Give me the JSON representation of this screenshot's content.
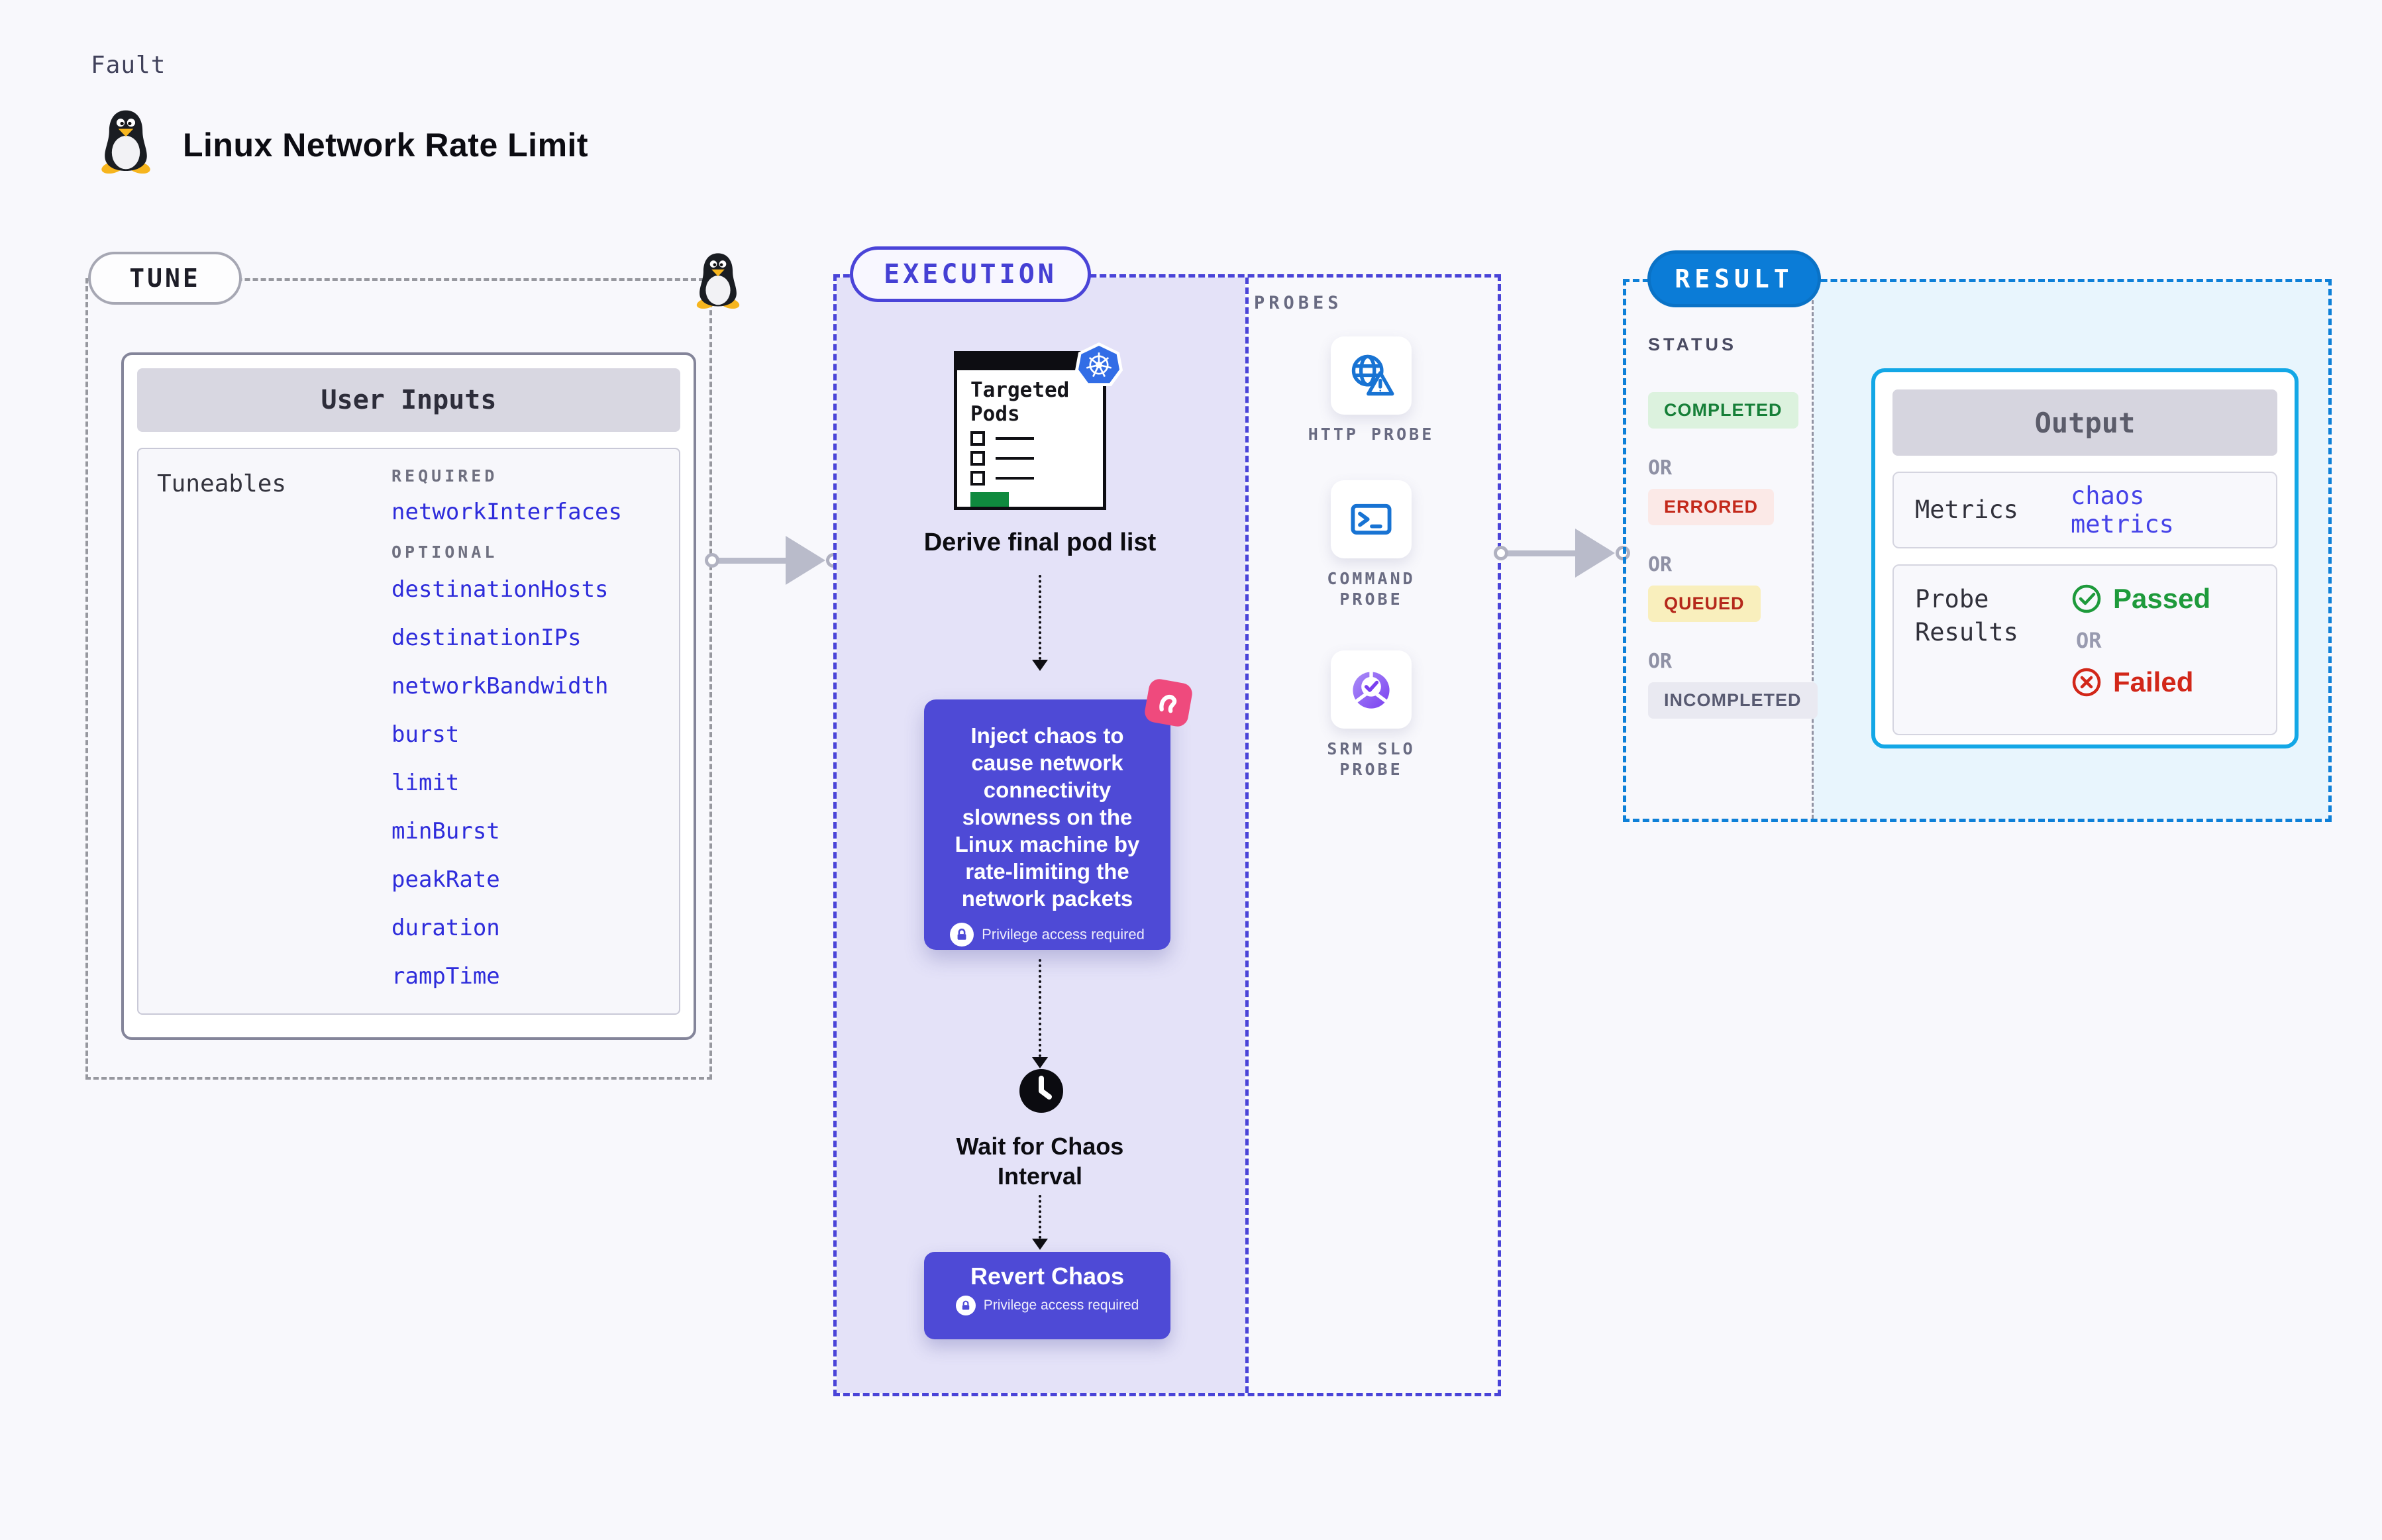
{
  "page": {
    "kicker": "Fault",
    "title": "Linux Network Rate Limit"
  },
  "tune": {
    "label": "TUNE",
    "card_title": "User Inputs",
    "tuneables_label": "Tuneables",
    "required_label": "REQUIRED",
    "optional_label": "OPTIONAL",
    "required_params": [
      "networkInterfaces"
    ],
    "optional_params": [
      "destinationHosts",
      "destinationIPs",
      "networkBandwidth",
      "burst",
      "limit",
      "minBurst",
      "peakRate",
      "duration",
      "rampTime"
    ]
  },
  "execution": {
    "label": "EXECUTION",
    "targeted_pods_title": "Targeted Pods",
    "derive_label": "Derive final pod list",
    "inject_text": "Inject chaos to cause network connectivity slowness on the Linux machine by rate-limiting the network packets",
    "privilege_note": "Privilege access required",
    "wait_label": "Wait for Chaos Interval",
    "revert_label": "Revert Chaos"
  },
  "probes": {
    "label": "PROBES",
    "items": [
      {
        "name": "HTTP PROBE",
        "icon": "globe-alert-icon"
      },
      {
        "name": "COMMAND PROBE",
        "icon": "terminal-icon"
      },
      {
        "name": "SRM SLO PROBE",
        "icon": "slo-gauge-icon"
      }
    ]
  },
  "result": {
    "label": "RESULT",
    "status_label": "STATUS",
    "or_label": "OR",
    "statuses": [
      "COMPLETED",
      "ERRORED",
      "QUEUED",
      "INCOMPLETED"
    ],
    "output": {
      "title": "Output",
      "metrics_label": "Metrics",
      "metrics_value": "chaos metrics",
      "probe_results_label": "Probe Results",
      "passed_label": "Passed",
      "failed_label": "Failed"
    }
  },
  "colors": {
    "accent_indigo": "#4e4ad6",
    "result_blue": "#0b7cd7",
    "output_border_cyan": "#13a7e6",
    "param_link_blue": "#2e2cdb",
    "completed_green": "#167f38",
    "errored_red": "#c3291b",
    "queued_yellow_bg": "#f9efbd",
    "passed_green": "#1e9a3b",
    "failed_red": "#d22719",
    "execution_fill": "#e4e2f8",
    "result_fill": "#e8f5fd",
    "page_bg": "#f8f8fc"
  }
}
